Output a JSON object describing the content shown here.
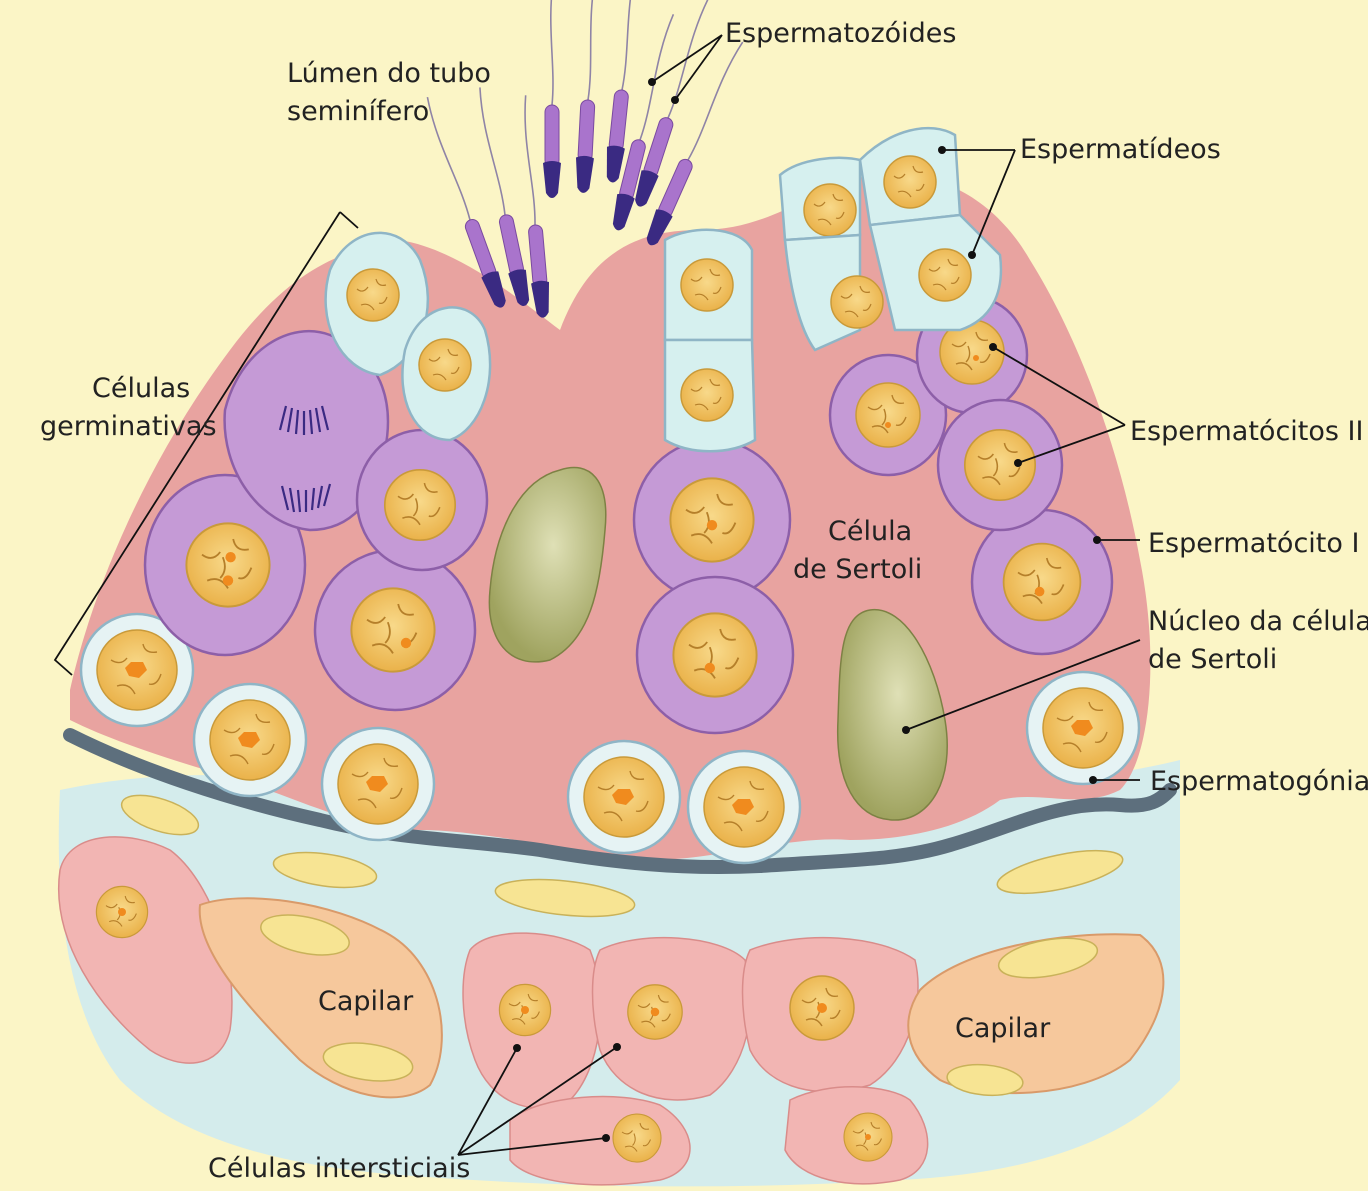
{
  "labels": {
    "espermatozoides": "Espermatozóides",
    "lumen_1": "Lúmen do tubo",
    "lumen_2": "seminífero",
    "espermatideos": "Espermatídeos",
    "celulas_germ_1": "Células",
    "celulas_germ_2": "germinativas",
    "espermatocitos_ii": "Espermatócitos II",
    "espermatocito_i": "Espermatócito I",
    "celula_sertoli_1": "Célula",
    "celula_sertoli_2": "de Sertoli",
    "nucleo_sertoli_1": "Núcleo da célula",
    "nucleo_sertoli_2": "de Sertoli",
    "espermatogonia": "Espermatogónia",
    "capilar_left": "Capilar",
    "capilar_right": "Capilar",
    "celulas_intersticiais": "Células intersticiais"
  },
  "colors": {
    "background": "#fbf5c6",
    "sertoli_cytoplasm": "#e8a3a0",
    "spermatocyte": "#c59ad6",
    "spermatid": "#d6f0ef",
    "spermatogonium": "#e6f3f4",
    "nucleus": "#f1c05a",
    "sertoli_nucleus": "#a7ab6a",
    "interstitial": "#f2b5b3",
    "capillary": "#f6c89c",
    "basement_membrane": "#5d6f7d",
    "sperm_head": "#3a2a82",
    "sperm_midpiece": "#a974cc"
  }
}
